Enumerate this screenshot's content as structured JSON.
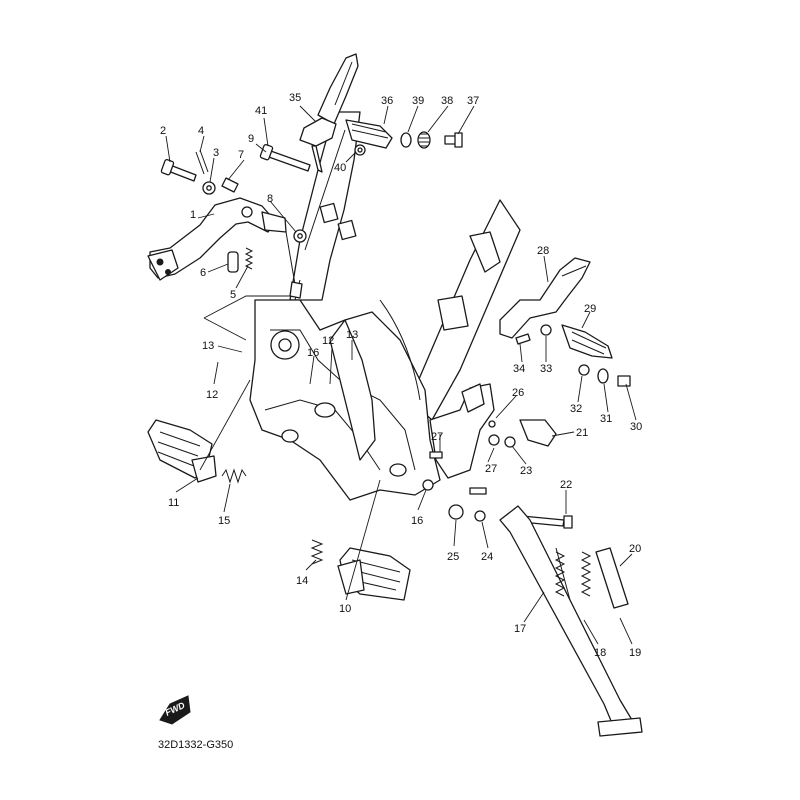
{
  "diagram": {
    "drawing_code": "32D1332-G350",
    "fwd_label": "FWD",
    "callouts": [
      {
        "id": "1",
        "label": "1"
      },
      {
        "id": "2",
        "label": "2"
      },
      {
        "id": "3",
        "label": "3"
      },
      {
        "id": "4",
        "label": "4"
      },
      {
        "id": "5",
        "label": "5"
      },
      {
        "id": "6",
        "label": "6"
      },
      {
        "id": "7",
        "label": "7"
      },
      {
        "id": "8",
        "label": "8"
      },
      {
        "id": "9",
        "label": "9"
      },
      {
        "id": "10",
        "label": "10"
      },
      {
        "id": "11",
        "label": "11"
      },
      {
        "id": "12a",
        "label": "12"
      },
      {
        "id": "12b",
        "label": "12"
      },
      {
        "id": "13a",
        "label": "13"
      },
      {
        "id": "13b",
        "label": "13"
      },
      {
        "id": "14",
        "label": "14"
      },
      {
        "id": "15",
        "label": "15"
      },
      {
        "id": "16a",
        "label": "16"
      },
      {
        "id": "16b",
        "label": "16"
      },
      {
        "id": "17",
        "label": "17"
      },
      {
        "id": "18",
        "label": "18"
      },
      {
        "id": "19",
        "label": "19"
      },
      {
        "id": "20",
        "label": "20"
      },
      {
        "id": "21",
        "label": "21"
      },
      {
        "id": "22",
        "label": "22"
      },
      {
        "id": "23",
        "label": "23"
      },
      {
        "id": "24",
        "label": "24"
      },
      {
        "id": "25",
        "label": "25"
      },
      {
        "id": "26",
        "label": "26"
      },
      {
        "id": "27a",
        "label": "27"
      },
      {
        "id": "27b",
        "label": "27"
      },
      {
        "id": "28",
        "label": "28"
      },
      {
        "id": "29",
        "label": "29"
      },
      {
        "id": "30",
        "label": "30"
      },
      {
        "id": "31",
        "label": "31"
      },
      {
        "id": "32",
        "label": "32"
      },
      {
        "id": "33",
        "label": "33"
      },
      {
        "id": "34",
        "label": "34"
      },
      {
        "id": "35",
        "label": "35"
      },
      {
        "id": "36",
        "label": "36"
      },
      {
        "id": "37",
        "label": "37"
      },
      {
        "id": "38",
        "label": "38"
      },
      {
        "id": "39",
        "label": "39"
      },
      {
        "id": "40",
        "label": "40"
      },
      {
        "id": "41",
        "label": "41"
      }
    ]
  }
}
